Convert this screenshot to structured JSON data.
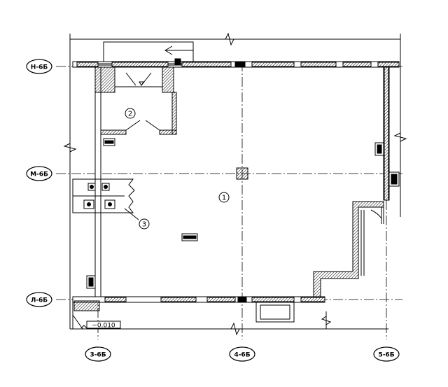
{
  "axes": {
    "rows": [
      {
        "id": "row-h",
        "label": "Н-6Б"
      },
      {
        "id": "row-m",
        "label": "М-6Б"
      },
      {
        "id": "row-l",
        "label": "Л-6Б"
      }
    ],
    "columns": [
      {
        "id": "col-3",
        "label": "3-6Б"
      },
      {
        "id": "col-4",
        "label": "4-6Б"
      },
      {
        "id": "col-5",
        "label": "5-6Б"
      }
    ]
  },
  "rooms": [
    {
      "id": "room-1",
      "number": "1"
    },
    {
      "id": "room-2",
      "number": "2"
    },
    {
      "id": "room-3",
      "number": "3"
    }
  ],
  "level_mark": "−0.010",
  "colors": {
    "line": "#000000",
    "hatch": "#000000",
    "background": "#ffffff"
  }
}
